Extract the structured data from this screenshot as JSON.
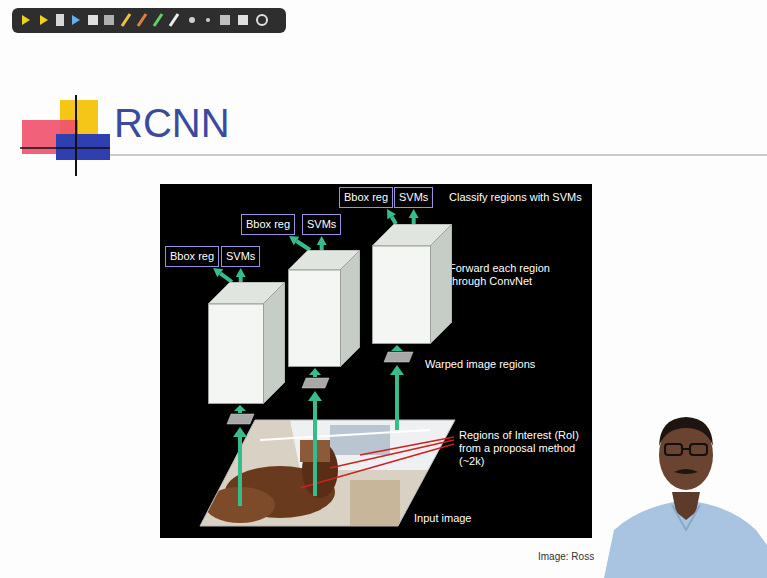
{
  "diagram": {
    "title": "RCNN",
    "nodes": [
      {
        "text": [
          "Bbox reg"
        ]
      },
      {
        "text": [
          "SVMs"
        ]
      },
      {
        "text": [
          "ConvNet"
        ]
      },
      {
        "text": [
          "Bbox reg"
        ]
      },
      {
        "text": [
          "SVMs"
        ]
      },
      {
        "text": [
          "ConvNet"
        ]
      },
      {
        "text": [
          "Bbox reg"
        ]
      },
      {
        "text": [
          "SVMs"
        ]
      },
      {
        "text": [
          "ConvNet"
        ]
      }
    ],
    "edges": [
      {
        "from": 2,
        "to": 0,
        "arrow": "to"
      },
      {
        "from": 2,
        "to": 1,
        "arrow": "to"
      },
      {
        "from": 5,
        "to": 3,
        "arrow": "to"
      },
      {
        "from": 5,
        "to": 4,
        "arrow": "to"
      },
      {
        "from": 8,
        "to": 6,
        "arrow": "to"
      },
      {
        "from": 8,
        "to": 7,
        "arrow": "to"
      }
    ],
    "labels": [
      "Classify regions with SVMs",
      "Forward each region through ConvNet",
      "Warped image regions",
      "Regions of Interest (RoI) from a proposal method (~2k)",
      "Input image",
      "Image: Ross"
    ]
  }
}
